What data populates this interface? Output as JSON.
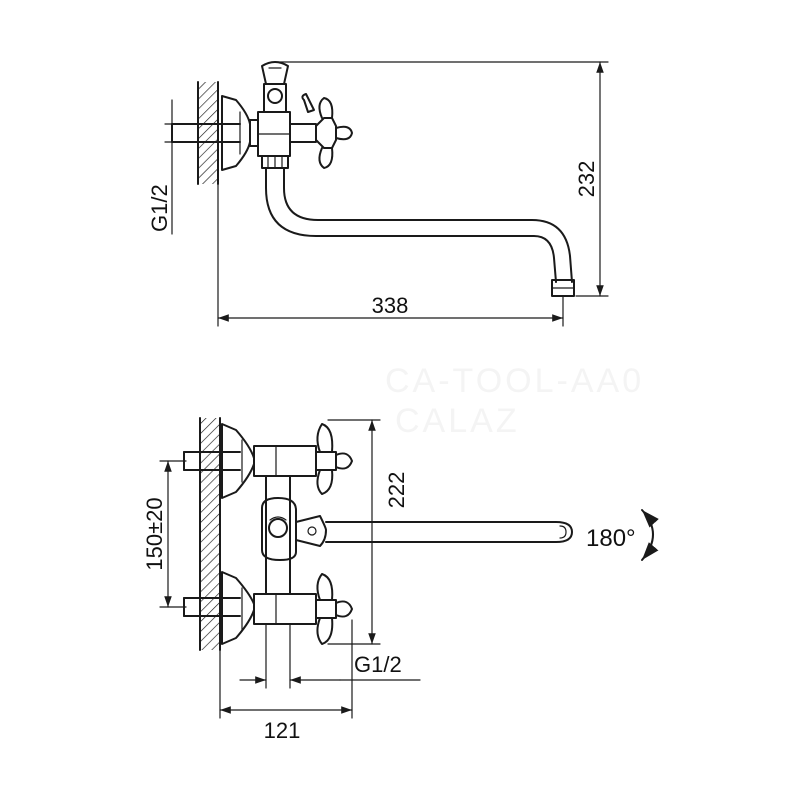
{
  "side_view": {
    "inlet_thread": "G1/2",
    "height_dim": "232",
    "length_dim": "338"
  },
  "front_view": {
    "height_dim": "222",
    "centers_dim": "150±20",
    "rotation_label": "180°",
    "outlet_thread": "G1/2",
    "depth_dim": "121"
  },
  "watermark": {
    "line1": "CA-TOOL-AA0",
    "line2": "CALAZ"
  },
  "colors": {
    "line": "#1a1a1a",
    "background": "#ffffff",
    "watermark": "#f4f4f4"
  }
}
